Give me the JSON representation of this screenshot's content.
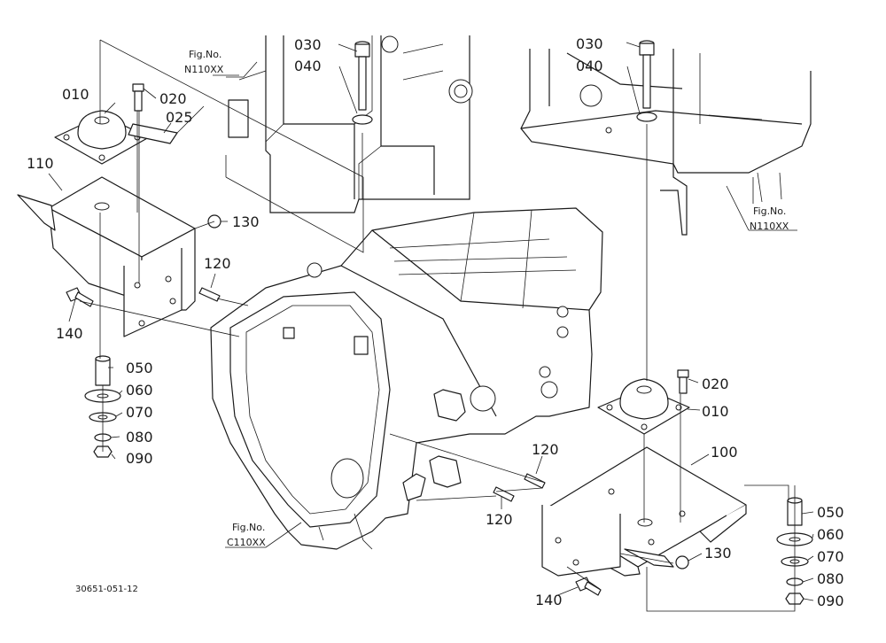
{
  "labels": {
    "p010_l": "010",
    "p020_l": "020",
    "p025": "025",
    "p110": "110",
    "p130_l": "130",
    "p120_l": "120",
    "p140_l": "140",
    "p050_l": "050",
    "p060_l": "060",
    "p070_l": "070",
    "p080_l": "080",
    "p090_l": "090",
    "p030_a": "030",
    "p040_a": "040",
    "p030_b": "030",
    "p040_b": "040",
    "p020_r": "020",
    "p010_r": "010",
    "p100": "100",
    "p120_r1": "120",
    "p120_r2": "120",
    "p130_r": "130",
    "p140_r": "140",
    "p050_r": "050",
    "p060_r": "060",
    "p070_r": "070",
    "p080_r": "080",
    "p090_r": "090"
  },
  "figrefs": {
    "top_left": {
      "line1": "Fig.No.",
      "line2": "N110XX"
    },
    "top_right": {
      "line1": "Fig.No.",
      "line2": "N110XX"
    },
    "bottom": {
      "line1": "Fig.No.",
      "line2": "C110XX"
    }
  },
  "document_code": "30651-051-12"
}
